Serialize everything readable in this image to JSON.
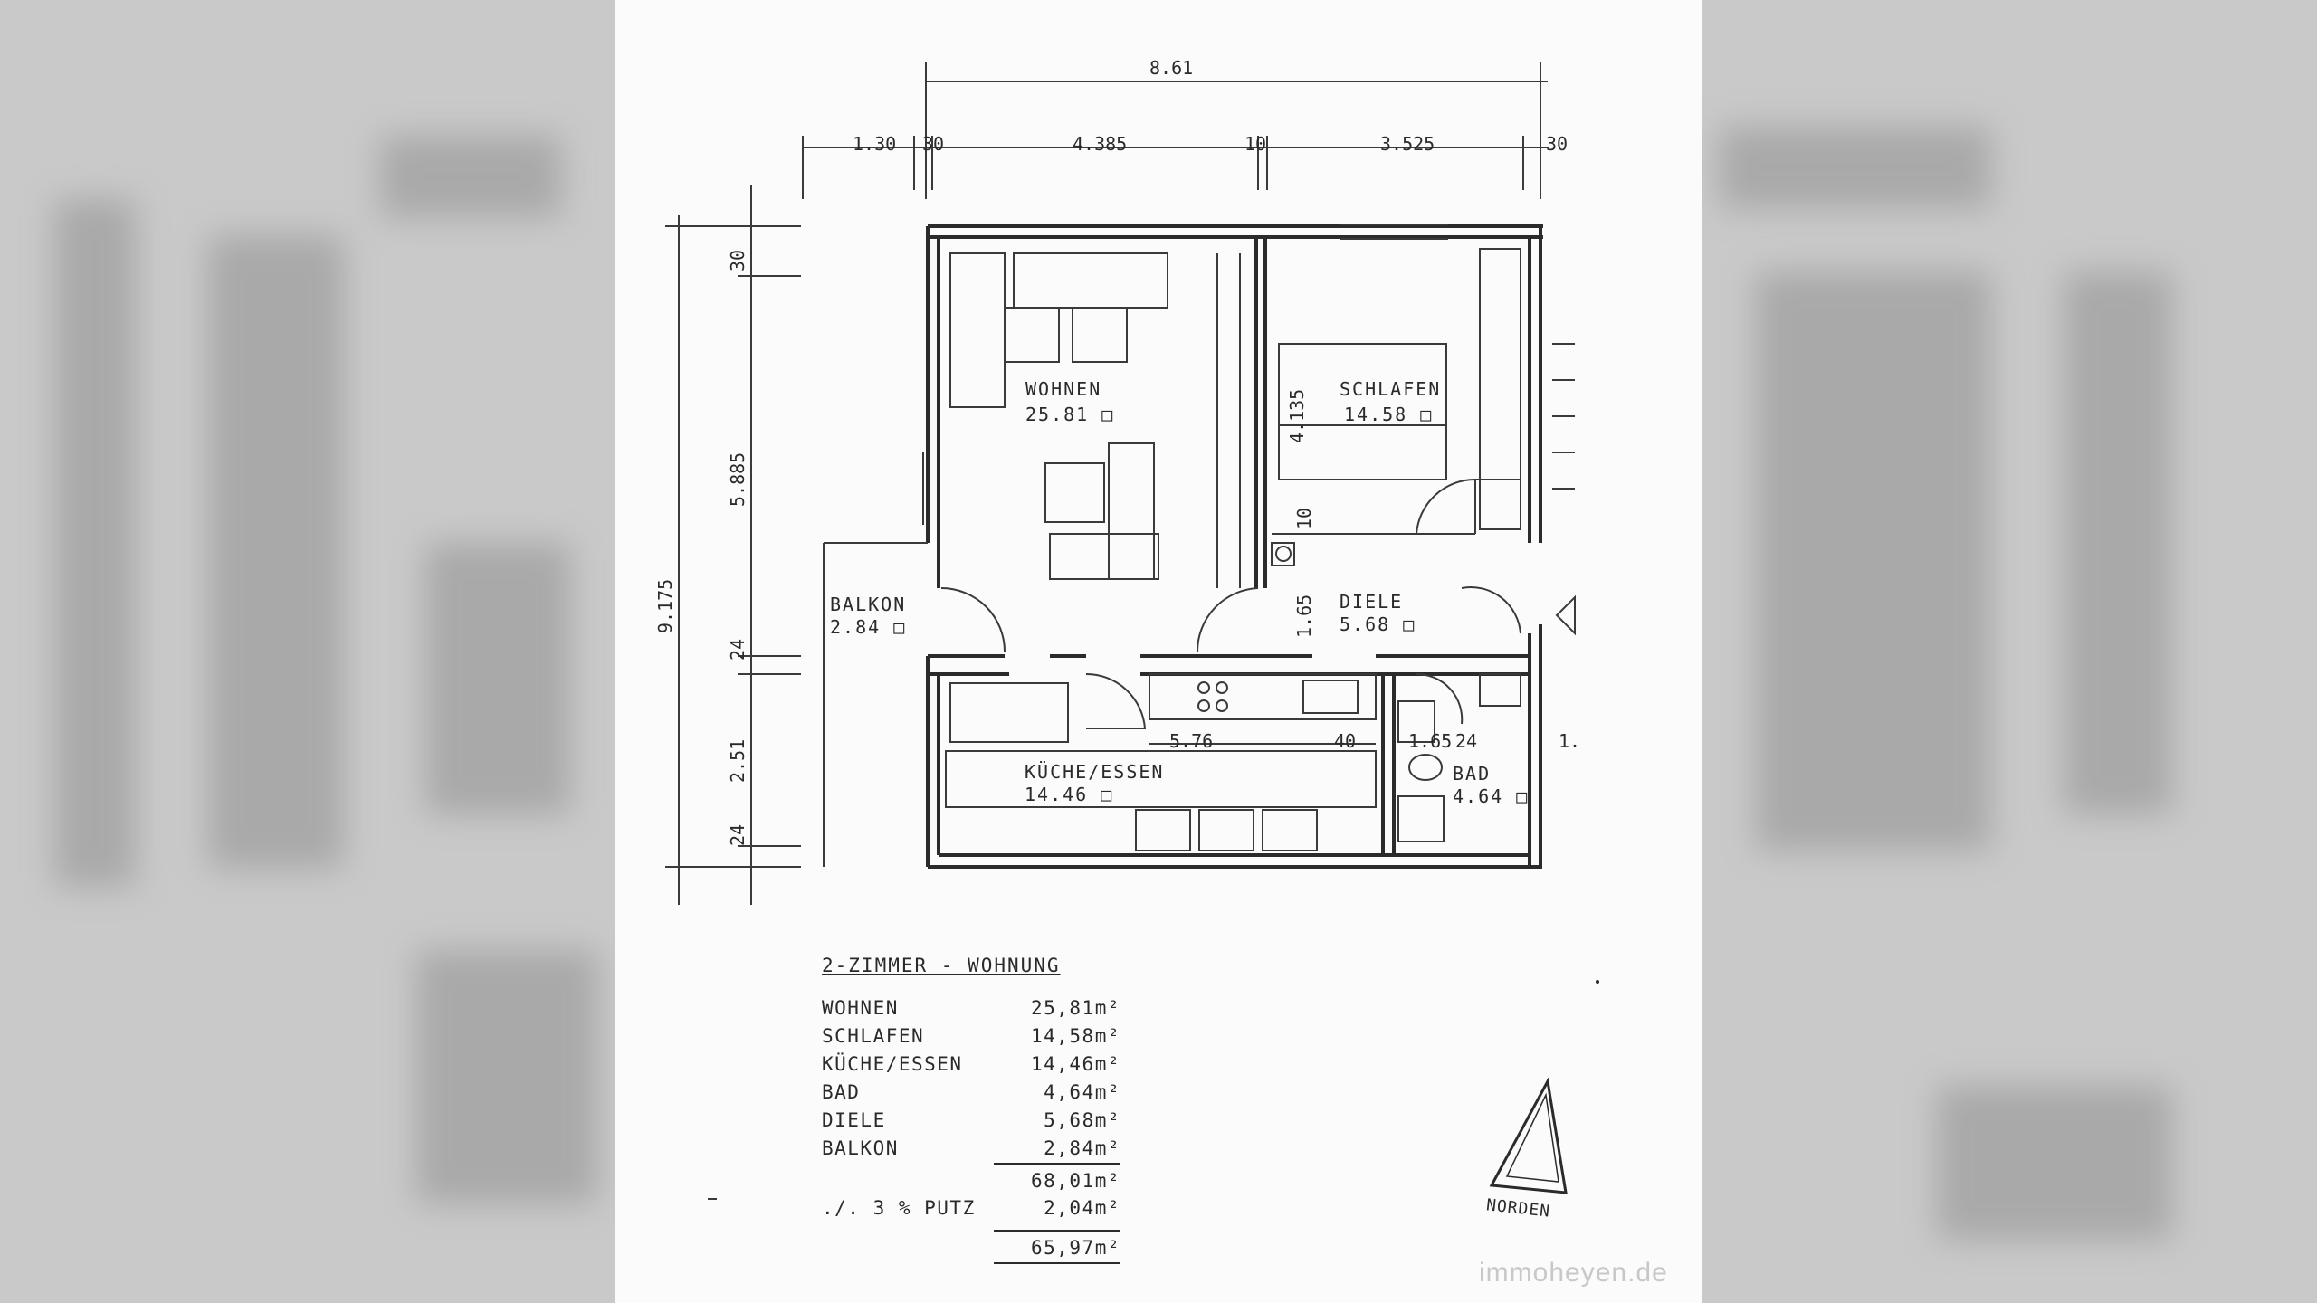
{
  "image": {
    "watermark": "immoheyen.de"
  },
  "dimensions": {
    "top_total": "8.61",
    "top_segments": [
      "1.30",
      "30",
      "4.385",
      "10",
      "3.525",
      "30"
    ],
    "left_total": "9.175",
    "left_segments": [
      "30",
      "5.885",
      "24",
      "2.51",
      "24"
    ],
    "inner": [
      "4.135",
      "10",
      "1.65",
      "5.76",
      "40",
      "1.65",
      "24",
      "1."
    ]
  },
  "rooms": {
    "wohnen": {
      "name": "WOHNEN",
      "area": "25.81 □"
    },
    "schlafen": {
      "name": "SCHLAFEN",
      "area": "14.58 □"
    },
    "balkon": {
      "name": "BALKON",
      "area": "2.84 □"
    },
    "diele": {
      "name": "DIELE",
      "area": "5.68 □"
    },
    "kueche": {
      "name": "KÜCHE/ESSEN",
      "area": "14.46 □"
    },
    "bad": {
      "name": "BAD",
      "area": "4.64 □"
    }
  },
  "legend": {
    "title": "2-ZIMMER - WOHNUNG",
    "rows": [
      {
        "label": "WOHNEN",
        "value": "25,81m²"
      },
      {
        "label": "SCHLAFEN",
        "value": "14,58m²"
      },
      {
        "label": "KÜCHE/ESSEN",
        "value": "14,46m²"
      },
      {
        "label": "BAD",
        "value": "4,64m²"
      },
      {
        "label": "DIELE",
        "value": "5,68m²"
      },
      {
        "label": "BALKON",
        "value": "2,84m²"
      }
    ],
    "subtotal": "68,01m²",
    "putz_label": "./. 3 % PUTZ",
    "putz_value": "2,04m²",
    "total": "65,97m²"
  },
  "north": {
    "label": "NORDEN"
  }
}
